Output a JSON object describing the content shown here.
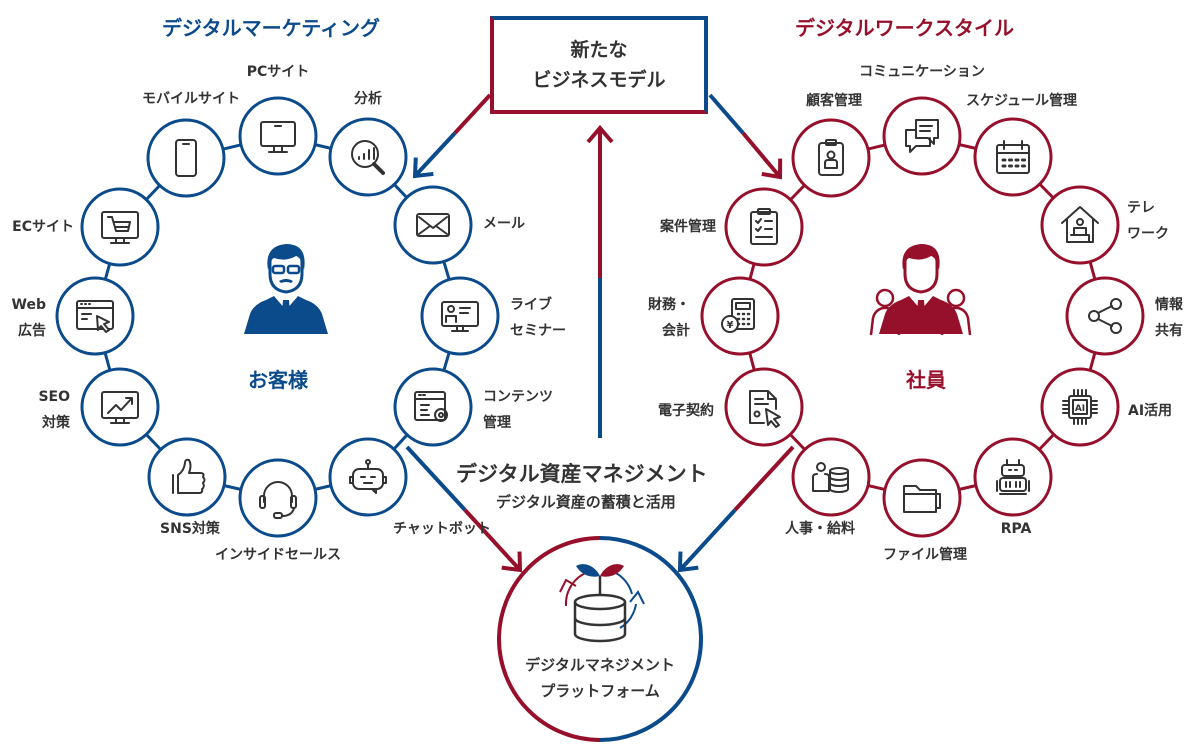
{
  "colors": {
    "blue": "#0b4a8b",
    "red": "#96102b",
    "text": "#333333"
  },
  "top_box": {
    "line1": "新たな",
    "line2": "ビジネスモデル"
  },
  "left_section": {
    "title": "デジタルマーケティング",
    "center_label": "お客様",
    "center_icon": "customer-person-icon",
    "nodes": [
      {
        "label": "PCサイト",
        "icon": "desktop-monitor-icon"
      },
      {
        "label": "分析",
        "icon": "analytics-magnifier-icon"
      },
      {
        "label": "メール",
        "icon": "mail-envelope-icon"
      },
      {
        "label": "ライブ\nセミナー",
        "icon": "live-seminar-icon"
      },
      {
        "label": "コンテンツ\n管理",
        "icon": "content-settings-icon"
      },
      {
        "label": "チャットボット",
        "icon": "chatbot-icon"
      },
      {
        "label": "インサイドセールス",
        "icon": "headset-icon"
      },
      {
        "label": "SNS対策",
        "icon": "thumbs-up-icon"
      },
      {
        "label": "SEO\n対策",
        "icon": "chart-monitor-icon"
      },
      {
        "label": "Web\n広告",
        "icon": "web-ad-cursor-icon"
      },
      {
        "label": "ECサイト",
        "icon": "shopping-cart-monitor-icon"
      },
      {
        "label": "モバイルサイト",
        "icon": "smartphone-icon"
      }
    ]
  },
  "right_section": {
    "title": "デジタルワークスタイル",
    "center_label": "社員",
    "center_icon": "employees-group-icon",
    "nodes": [
      {
        "label": "コミュニケーション",
        "icon": "chat-bubbles-icon"
      },
      {
        "label": "スケジュール管理",
        "icon": "calendar-icon"
      },
      {
        "label": "テレ\nワーク",
        "icon": "home-work-icon"
      },
      {
        "label": "情報\n共有",
        "icon": "share-icon"
      },
      {
        "label": "AI活用",
        "icon": "ai-chip-icon"
      },
      {
        "label": "RPA",
        "icon": "robot-icon"
      },
      {
        "label": "ファイル管理",
        "icon": "folder-icon"
      },
      {
        "label": "人事・給料",
        "icon": "person-database-icon"
      },
      {
        "label": "電子契約",
        "icon": "document-cursor-icon"
      },
      {
        "label": "財務・\n会計",
        "icon": "calculator-yen-icon"
      },
      {
        "label": "案件管理",
        "icon": "clipboard-checklist-icon"
      },
      {
        "label": "顧客管理",
        "icon": "id-badge-icon"
      }
    ]
  },
  "asset_management": {
    "title": "デジタル資産マネジメント",
    "subtitle": "デジタル資産の蓄積と活用"
  },
  "platform": {
    "line1": "デジタルマネジメント",
    "line2": "プラットフォーム",
    "icon": "sprout-database-cycle-icon"
  }
}
